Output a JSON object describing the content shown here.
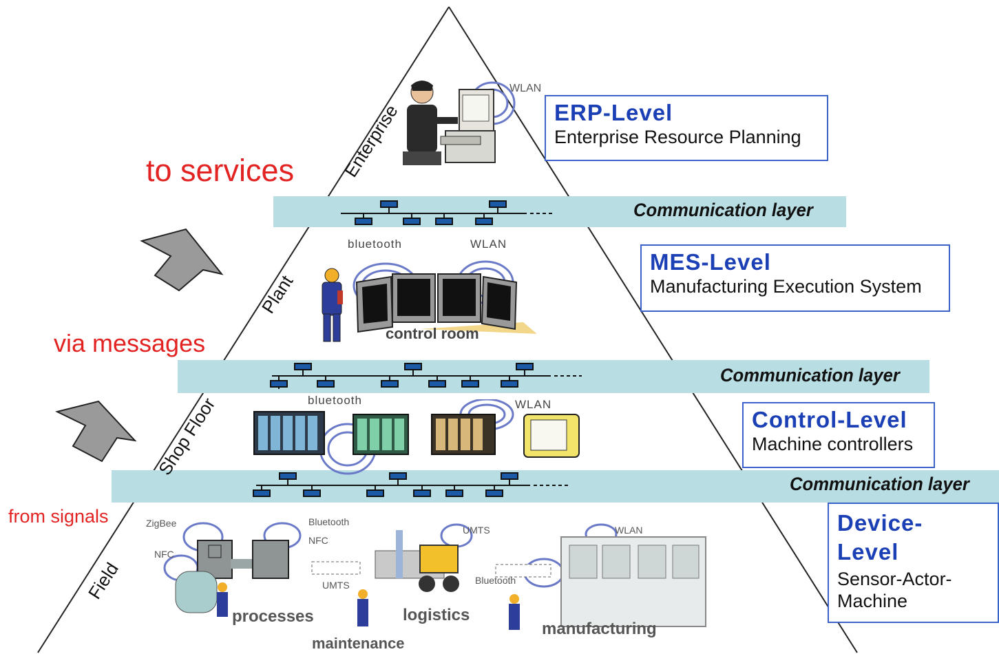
{
  "left_labels": {
    "to_services": "to services",
    "via_messages": "via messages",
    "from_signals": "from signals"
  },
  "zones": {
    "enterprise": "Enterprise",
    "plant": "Plant",
    "shop_floor": "Shop Floor",
    "field": "Field"
  },
  "levels": {
    "erp": {
      "title": "ERP-Level",
      "subtitle": "Enterprise Resource Planning"
    },
    "mes": {
      "title": "MES-Level",
      "subtitle": "Manufacturing Execution System"
    },
    "control": {
      "title": "Control-Level",
      "subtitle": "Machine controllers"
    },
    "device": {
      "title_line1": "Device-",
      "title_line2": "Level",
      "subtitle_line1": "Sensor-Actor-",
      "subtitle_line2": "Machine"
    }
  },
  "communication_layers": [
    "Communication layer",
    "Communication layer",
    "Communication layer"
  ],
  "wireless": {
    "erp_wlan": "WLAN",
    "mes_bluetooth": "bluetooth",
    "mes_wlan": "WLAN",
    "control_bluetooth": "bluetooth",
    "control_wlan": "WLAN",
    "field_zigbee": "ZigBee",
    "field_nfc_left": "NFC",
    "field_bluetooth": "Bluetooth",
    "field_nfc_right": "NFC",
    "field_umts_top": "UMTS",
    "field_wlan": "WLAN",
    "field_umts_bottom": "UMTS",
    "field_bluetooth_bottom": "Bluetooth"
  },
  "scene_labels": {
    "control_room": "control room",
    "processes": "processes",
    "logistics": "logistics",
    "maintenance": "maintenance",
    "manufacturing": "manufacturing"
  },
  "colors": {
    "band": "#b8dde3",
    "level_title": "#1b3fb5",
    "level_border": "#3a63c9",
    "red_text": "#e32222",
    "node": "#1c5aa8"
  }
}
